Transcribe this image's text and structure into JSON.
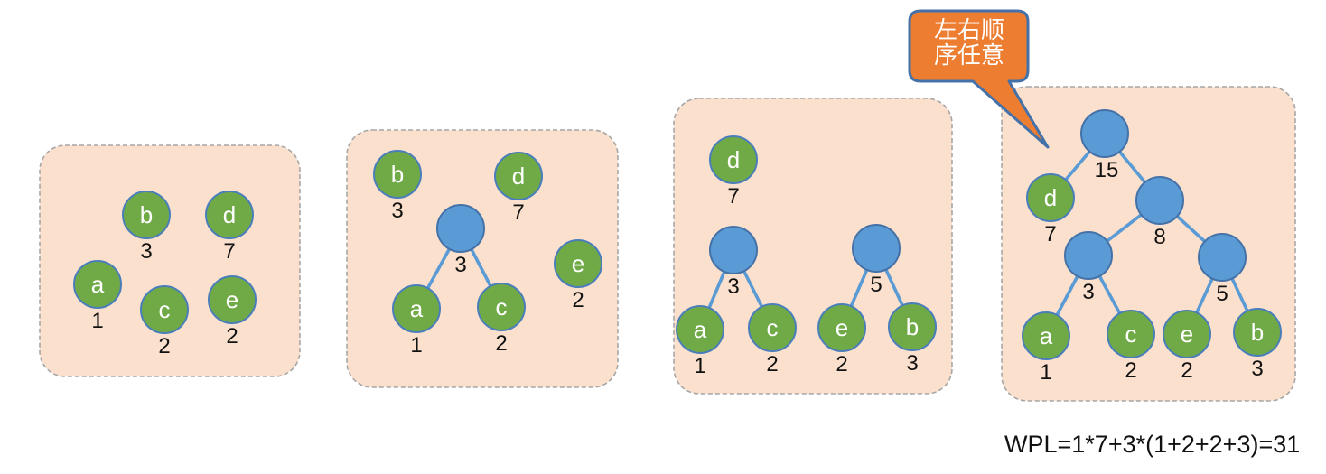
{
  "colors": {
    "panel_fill": "#FAE0CD",
    "panel_border": "#A6A6A6",
    "leaf_fill": "#6FAA47",
    "leaf_border": "#4A7EBB",
    "internal_fill": "#5B9BD5",
    "internal_border": "#4472A8",
    "edge": "#5B9BD5",
    "callout_fill": "#ED7D31",
    "callout_border": "#4472A8",
    "callout_text": "#FFFFFF"
  },
  "callout": {
    "text": "左右顺序任意"
  },
  "formula": {
    "text": "WPL=1*7+3*(1+2+2+3)=31"
  },
  "panels": [
    {
      "step": 1,
      "nodes": [
        {
          "id": "a",
          "type": "leaf",
          "label": "a",
          "weight": "1"
        },
        {
          "id": "b",
          "type": "leaf",
          "label": "b",
          "weight": "3"
        },
        {
          "id": "c",
          "type": "leaf",
          "label": "c",
          "weight": "2"
        },
        {
          "id": "d",
          "type": "leaf",
          "label": "d",
          "weight": "7"
        },
        {
          "id": "e",
          "type": "leaf",
          "label": "e",
          "weight": "2"
        }
      ],
      "edges": []
    },
    {
      "step": 2,
      "nodes": [
        {
          "id": "b",
          "type": "leaf",
          "label": "b",
          "weight": "3"
        },
        {
          "id": "d",
          "type": "leaf",
          "label": "d",
          "weight": "7"
        },
        {
          "id": "n3",
          "type": "internal",
          "label": "",
          "weight": "3"
        },
        {
          "id": "e",
          "type": "leaf",
          "label": "e",
          "weight": "2"
        },
        {
          "id": "a",
          "type": "leaf",
          "label": "a",
          "weight": "1"
        },
        {
          "id": "c",
          "type": "leaf",
          "label": "c",
          "weight": "2"
        }
      ],
      "edges": [
        [
          "n3",
          "a"
        ],
        [
          "n3",
          "c"
        ]
      ]
    },
    {
      "step": 3,
      "nodes": [
        {
          "id": "d",
          "type": "leaf",
          "label": "d",
          "weight": "7"
        },
        {
          "id": "n3",
          "type": "internal",
          "label": "",
          "weight": "3"
        },
        {
          "id": "n5",
          "type": "internal",
          "label": "",
          "weight": "5"
        },
        {
          "id": "a",
          "type": "leaf",
          "label": "a",
          "weight": "1"
        },
        {
          "id": "c",
          "type": "leaf",
          "label": "c",
          "weight": "2"
        },
        {
          "id": "e",
          "type": "leaf",
          "label": "e",
          "weight": "2"
        },
        {
          "id": "b",
          "type": "leaf",
          "label": "b",
          "weight": "3"
        }
      ],
      "edges": [
        [
          "n3",
          "a"
        ],
        [
          "n3",
          "c"
        ],
        [
          "n5",
          "e"
        ],
        [
          "n5",
          "b"
        ]
      ]
    },
    {
      "step": 4,
      "nodes": [
        {
          "id": "n15",
          "type": "internal",
          "label": "",
          "weight": "15"
        },
        {
          "id": "d",
          "type": "leaf",
          "label": "d",
          "weight": "7"
        },
        {
          "id": "n8",
          "type": "internal",
          "label": "",
          "weight": "8"
        },
        {
          "id": "n3",
          "type": "internal",
          "label": "",
          "weight": "3"
        },
        {
          "id": "n5",
          "type": "internal",
          "label": "",
          "weight": "5"
        },
        {
          "id": "a",
          "type": "leaf",
          "label": "a",
          "weight": "1"
        },
        {
          "id": "c",
          "type": "leaf",
          "label": "c",
          "weight": "2"
        },
        {
          "id": "e",
          "type": "leaf",
          "label": "e",
          "weight": "2"
        },
        {
          "id": "b",
          "type": "leaf",
          "label": "b",
          "weight": "3"
        }
      ],
      "edges": [
        [
          "n15",
          "d"
        ],
        [
          "n15",
          "n8"
        ],
        [
          "n8",
          "n3"
        ],
        [
          "n8",
          "n5"
        ],
        [
          "n3",
          "a"
        ],
        [
          "n3",
          "c"
        ],
        [
          "n5",
          "e"
        ],
        [
          "n5",
          "b"
        ]
      ]
    }
  ]
}
